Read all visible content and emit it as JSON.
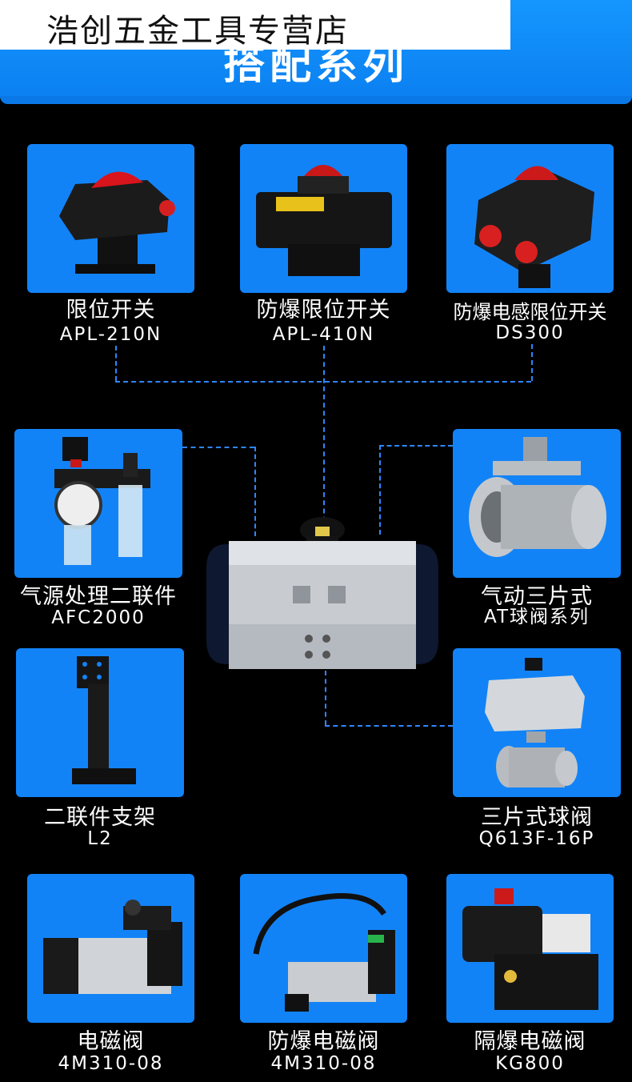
{
  "header": {
    "store_name": "浩创五金工具专营店",
    "banner_title": "搭配系列"
  },
  "colors": {
    "accent_blue": "#1283f7",
    "background": "#000000",
    "connector": "#2f86ff"
  },
  "products": [
    {
      "name": "限位开关",
      "model": "APL-210N"
    },
    {
      "name": "防爆限位开关",
      "model": "APL-410N"
    },
    {
      "name": "防爆电感限位开关",
      "model": "DS300"
    },
    {
      "name": "气源处理二联件",
      "model": "AFC2000"
    },
    {
      "name": "气动三片式",
      "model": "AT球阀系列"
    },
    {
      "name": "二联件支架",
      "model": "L2"
    },
    {
      "name": "三片式球阀",
      "model": "Q613F-16P"
    },
    {
      "name": "电磁阀",
      "model": "4M310-08"
    },
    {
      "name": "防爆电磁阀",
      "model": "4M310-08"
    },
    {
      "name": "隔爆电磁阀",
      "model": "KG800"
    }
  ]
}
